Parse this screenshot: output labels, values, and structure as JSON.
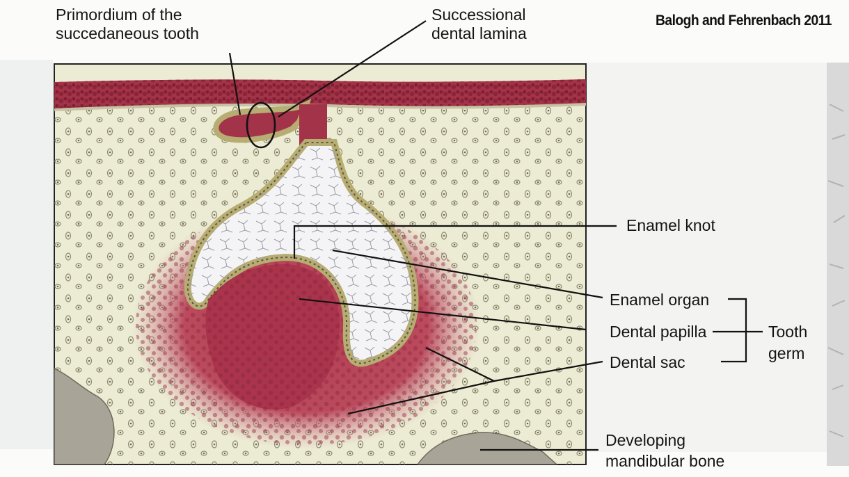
{
  "credit": "Balogh and Fehrenbach 2011",
  "labels": {
    "primordium_line1": "Primordium of the",
    "primordium_line2": "succedaneous tooth",
    "lamina_line1": "Successional",
    "lamina_line2": "dental lamina",
    "enamel_knot": "Enamel knot",
    "enamel_organ": "Enamel organ",
    "dental_papilla": "Dental papilla",
    "dental_sac": "Dental sac",
    "tooth_germ_line1": "Tooth",
    "tooth_germ_line2": "germ",
    "bone_line1": "Developing",
    "bone_line2": "mandibular bone"
  },
  "colors": {
    "mesenchyme": "#ecebd3",
    "epithelium": "#9e3a4b",
    "sac": "#c24a5c",
    "papilla": "#b03a50",
    "enamel_cells": "#a39a5c",
    "bone": "#a8a497",
    "line": "#111111"
  }
}
